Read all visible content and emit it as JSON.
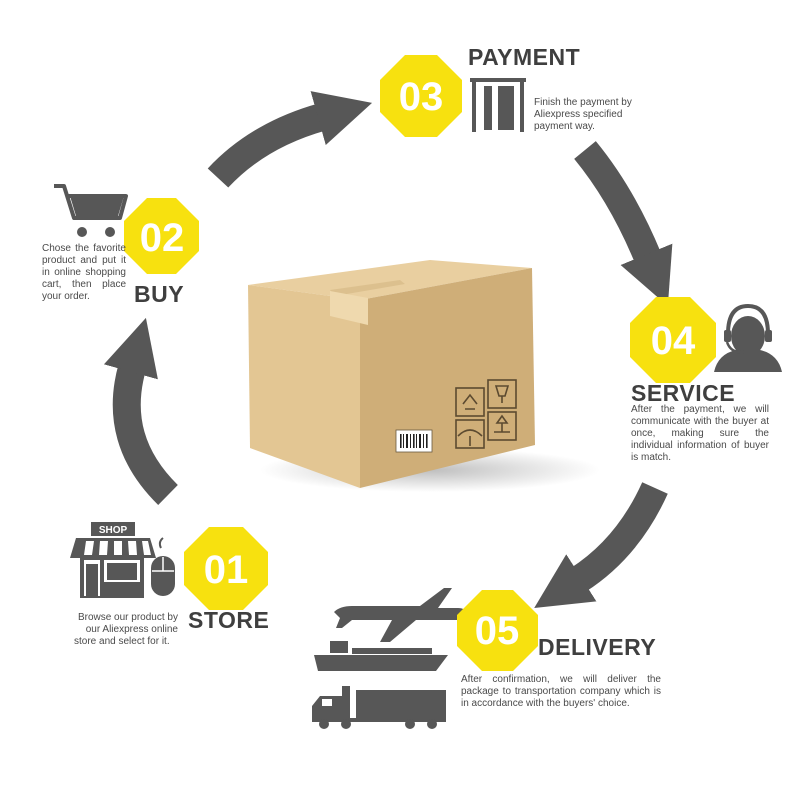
{
  "steps": [
    {
      "number": "01",
      "title": "STORE",
      "description": "Browse our product by our Aliexpress online store and select for it."
    },
    {
      "number": "02",
      "title": "BUY",
      "description": "Chose the favorite product and put it in online shopping cart, then place your order."
    },
    {
      "number": "03",
      "title": "PAYMENT",
      "description": "Finish the payment by Aliexpress specified payment way."
    },
    {
      "number": "04",
      "title": "SERVICE",
      "description": "After the payment, we will communicate with the buyer at once, making sure the individual information of buyer is match."
    },
    {
      "number": "05",
      "title": "DELIVERY",
      "description": "After confirmation, we will deliver the package to transportation company which is in accordance with the buyers' choice."
    }
  ],
  "icons": {
    "store": "shop-icon",
    "store_sign": "SHOP",
    "mouse": "mouse-icon",
    "buy": "shopping-cart-icon",
    "payment": "card-reader-icon",
    "service": "customer-service-headset-icon",
    "delivery": [
      "airplane-icon",
      "ship-icon",
      "truck-icon"
    ],
    "center": "cardboard-box-icon"
  },
  "colors": {
    "accent": "#f7e10f",
    "arrow": "#575757",
    "text": "#3f3f3f"
  }
}
